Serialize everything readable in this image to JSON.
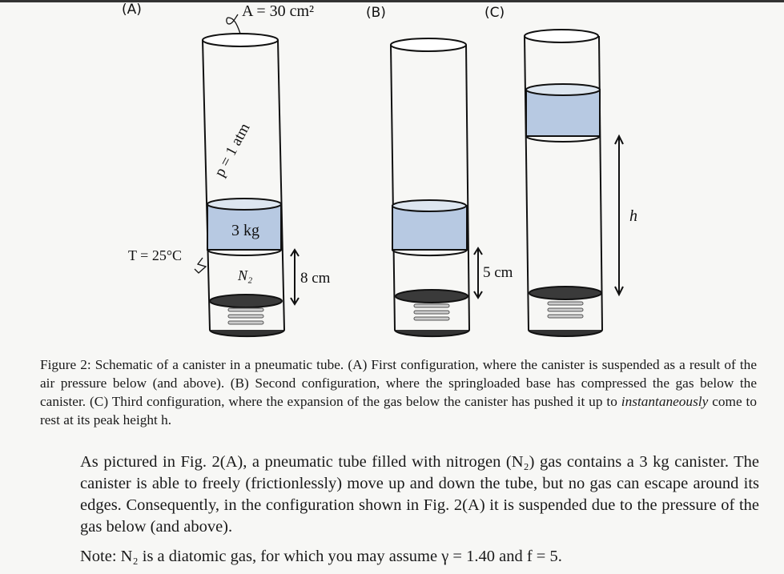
{
  "figure": {
    "panel_labels": [
      "(A)",
      "(B)",
      "(C)"
    ],
    "area_label": "A = 30 cm²",
    "pressure_label": "p = 1 atm",
    "mass_label": "3 kg",
    "temperature_label": "T = 25°C",
    "gas_label": "N₂",
    "height_a_label": "8 cm",
    "height_b_label": "5 cm",
    "height_c_label": "h",
    "colors": {
      "canister": "#b7c9e2",
      "piston": "#3a3a3a"
    }
  },
  "caption": {
    "prefix": "Figure 2: Schematic of a canister in a pneumatic tube. (A) First configuration, where the canister is suspended as a result of the air pressure below (and above). (B) Second configuration, where the springloaded base has compressed the gas below the canister. (C) Third configuration, where the expansion of the gas below the canister has pushed it up to ",
    "emphasis": "instantaneously",
    "suffix": " come to rest at its peak height h."
  },
  "paragraph": "As pictured in Fig. 2(A), a pneumatic tube filled with nitrogen (N₂) gas contains a 3 kg canister. The canister is able to freely (frictionlessly) move up and down the tube, but no gas can escape around its edges. Consequently, in the configuration shown in Fig. 2(A) it is suspended due to the pressure of the gas below (and above).",
  "note": "Note: N₂ is a diatomic gas, for which you may assume γ = 1.40 and f = 5."
}
